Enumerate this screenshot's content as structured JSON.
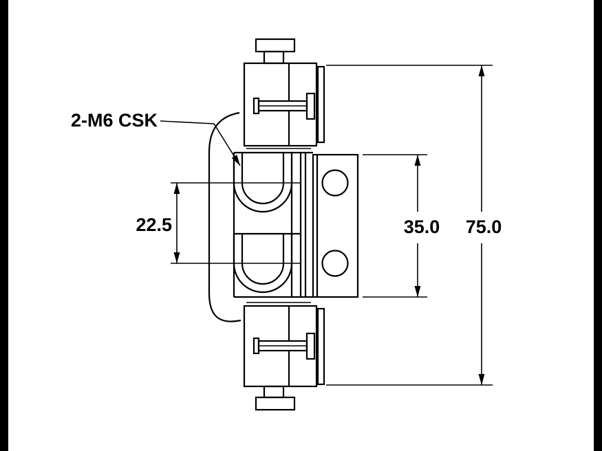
{
  "frame": {
    "bar_color": "#000000",
    "background": "#ffffff"
  },
  "drawing": {
    "line_color": "#000000",
    "text_color": "#000000",
    "callout": {
      "label": "2-M6 CSK"
    },
    "dimensions": {
      "hole_pitch": "22.5",
      "leaf_height": "35.0",
      "overall_height": "75.0"
    }
  }
}
